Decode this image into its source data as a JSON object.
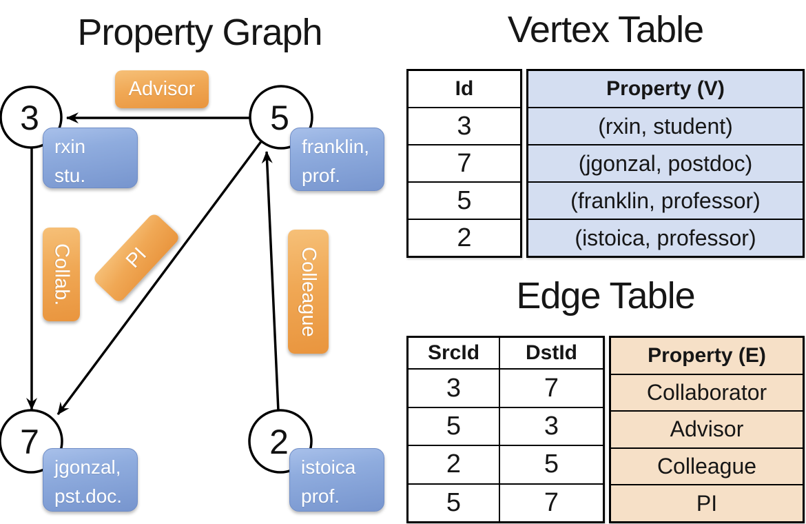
{
  "colors": {
    "edge_label_orange_top": "#F6C078",
    "edge_label_orange_bottom": "#E9953E",
    "vertex_box_blue_top": "#A8C0EA",
    "vertex_box_blue_bottom": "#7795CE",
    "vertex_property_column_bg": "#D4DEF1",
    "edge_property_column_bg": "#F6E0C7",
    "line_color": "#000000",
    "text_on_boxes": "#FFFFFF"
  },
  "graph": {
    "title": "Property Graph",
    "vertices": [
      {
        "id": "3",
        "line1": "rxin",
        "line2": "stu."
      },
      {
        "id": "5",
        "line1": "franklin,",
        "line2": "prof."
      },
      {
        "id": "7",
        "line1": "jgonzal,",
        "line2": "pst.doc."
      },
      {
        "id": "2",
        "line1": "istoica",
        "line2": "prof."
      }
    ],
    "edges": [
      {
        "label": "Advisor",
        "from": "5",
        "to": "3"
      },
      {
        "label": "Collab.",
        "from": "3",
        "to": "7"
      },
      {
        "label": "PI",
        "from": "5",
        "to": "7"
      },
      {
        "label": "Colleague",
        "from": "2",
        "to": "5"
      }
    ]
  },
  "vertex_table": {
    "title": "Vertex Table",
    "col_id": "Id",
    "col_property": "Property (V)",
    "rows": [
      {
        "id": "3",
        "property": "(rxin, student)"
      },
      {
        "id": "7",
        "property": "(jgonzal, postdoc)"
      },
      {
        "id": "5",
        "property": "(franklin, professor)"
      },
      {
        "id": "2",
        "property": "(istoica, professor)"
      }
    ]
  },
  "edge_table": {
    "title": "Edge Table",
    "col_src": "SrcId",
    "col_dst": "DstId",
    "col_property": "Property (E)",
    "rows": [
      {
        "src": "3",
        "dst": "7",
        "property": "Collaborator"
      },
      {
        "src": "5",
        "dst": "3",
        "property": "Advisor"
      },
      {
        "src": "2",
        "dst": "5",
        "property": "Colleague"
      },
      {
        "src": "5",
        "dst": "7",
        "property": "PI"
      }
    ]
  }
}
